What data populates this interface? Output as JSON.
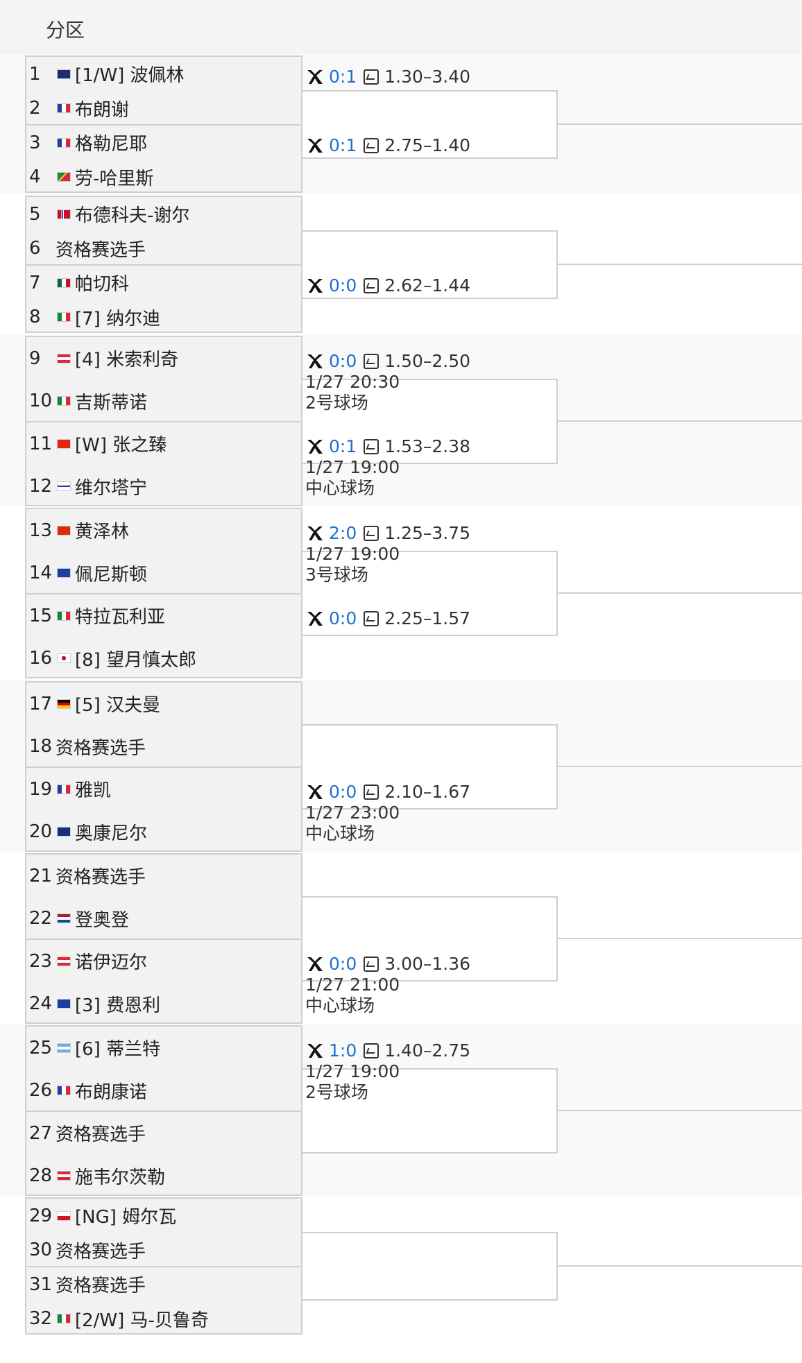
{
  "title": "分区",
  "players": [
    {
      "n": "1",
      "name": "[1/W] 波佩林",
      "flag": "au"
    },
    {
      "n": "2",
      "name": "布朗谢",
      "flag": "fr"
    },
    {
      "n": "3",
      "name": "格勒尼耶",
      "flag": "fr"
    },
    {
      "n": "4",
      "name": "劳-哈里斯",
      "flag": "za"
    },
    {
      "n": "5",
      "name": "布德科夫-谢尔",
      "flag": "no"
    },
    {
      "n": "6",
      "name": "资格赛选手",
      "flag": ""
    },
    {
      "n": "7",
      "name": "帕切科",
      "flag": "mx"
    },
    {
      "n": "8",
      "name": "[7] 纳尔迪",
      "flag": "it"
    },
    {
      "n": "9",
      "name": "[4] 米索利奇",
      "flag": "at"
    },
    {
      "n": "10",
      "name": "吉斯蒂诺",
      "flag": "it"
    },
    {
      "n": "11",
      "name": "[W] 张之臻",
      "flag": "cn"
    },
    {
      "n": "12",
      "name": "维尔塔宁",
      "flag": "fi"
    },
    {
      "n": "13",
      "name": "黄泽林",
      "flag": "hk"
    },
    {
      "n": "14",
      "name": "佩尼斯顿",
      "flag": "gb"
    },
    {
      "n": "15",
      "name": "特拉瓦利亚",
      "flag": "it"
    },
    {
      "n": "16",
      "name": "[8] 望月慎太郎",
      "flag": "jp"
    },
    {
      "n": "17",
      "name": "[5] 汉夫曼",
      "flag": "de"
    },
    {
      "n": "18",
      "name": "资格赛选手",
      "flag": ""
    },
    {
      "n": "19",
      "name": "雅凯",
      "flag": "fr"
    },
    {
      "n": "20",
      "name": "奥康尼尔",
      "flag": "au"
    },
    {
      "n": "21",
      "name": "资格赛选手",
      "flag": ""
    },
    {
      "n": "22",
      "name": "登奥登",
      "flag": "nl"
    },
    {
      "n": "23",
      "name": "诺伊迈尔",
      "flag": "at"
    },
    {
      "n": "24",
      "name": "[3] 费恩利",
      "flag": "gb"
    },
    {
      "n": "25",
      "name": "[6] 蒂兰特",
      "flag": "ar"
    },
    {
      "n": "26",
      "name": "布朗康诺",
      "flag": "fr"
    },
    {
      "n": "27",
      "name": "资格赛选手",
      "flag": ""
    },
    {
      "n": "28",
      "name": "施韦尔茨勒",
      "flag": "at"
    },
    {
      "n": "29",
      "name": "[NG] 姆尔瓦",
      "flag": "cz"
    },
    {
      "n": "30",
      "name": "资格赛选手",
      "flag": ""
    },
    {
      "n": "31",
      "name": "资格赛选手",
      "flag": ""
    },
    {
      "n": "32",
      "name": "[2/W] 马-贝鲁奇",
      "flag": "it"
    }
  ],
  "matches": [
    {
      "score": "0:1",
      "odds": "1.30–3.40",
      "time": "",
      "court": ""
    },
    {
      "score": "0:1",
      "odds": "2.75–1.40",
      "time": "",
      "court": ""
    },
    {
      "score": "0:0",
      "odds": "2.62–1.44",
      "time": "",
      "court": ""
    },
    {
      "score": "0:0",
      "odds": "1.50–2.50",
      "time": "1/27 20:30",
      "court": "2号球场"
    },
    {
      "score": "0:1",
      "odds": "1.53–2.38",
      "time": "1/27 19:00",
      "court": "中心球场"
    },
    {
      "score": "2:0",
      "odds": "1.25–3.75",
      "time": "1/27 19:00",
      "court": "3号球场"
    },
    {
      "score": "0:0",
      "odds": "2.25–1.57",
      "time": "",
      "court": ""
    },
    {
      "score": "0:0",
      "odds": "2.10–1.67",
      "time": "1/27 23:00",
      "court": "中心球场"
    },
    {
      "score": "0:0",
      "odds": "3.00–1.36",
      "time": "1/27 21:00",
      "court": "中心球场"
    },
    {
      "score": "1:0",
      "odds": "1.40–2.75",
      "time": "1/27 19:00",
      "court": "2号球场"
    }
  ],
  "colors": {
    "score": "#1f6fd1",
    "border": "#cfcfcf",
    "box": "#f2f2f2"
  }
}
